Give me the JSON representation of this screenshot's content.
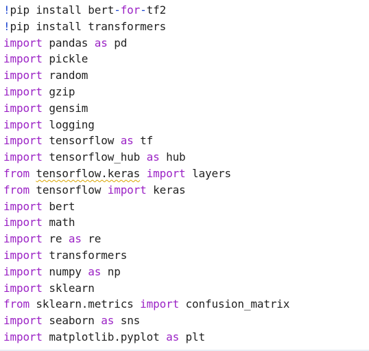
{
  "colors": {
    "keyword": "#9b22c5",
    "operator": "#1a44d0",
    "text": "#1f1f1f",
    "squiggle": "#d9a400",
    "background": "#ffffff"
  },
  "code_lines": [
    [
      {
        "t": "op",
        "v": "!"
      },
      {
        "t": "plain",
        "v": "pip install bert"
      },
      {
        "t": "op",
        "v": "-"
      },
      {
        "t": "kw",
        "v": "for"
      },
      {
        "t": "op",
        "v": "-"
      },
      {
        "t": "plain",
        "v": "tf2"
      }
    ],
    [
      {
        "t": "op",
        "v": "!"
      },
      {
        "t": "plain",
        "v": "pip install transformers"
      }
    ],
    [
      {
        "t": "kw",
        "v": "import"
      },
      {
        "t": "plain",
        "v": " pandas "
      },
      {
        "t": "kw",
        "v": "as"
      },
      {
        "t": "plain",
        "v": " pd"
      }
    ],
    [
      {
        "t": "kw",
        "v": "import"
      },
      {
        "t": "plain",
        "v": " pickle"
      }
    ],
    [
      {
        "t": "kw",
        "v": "import"
      },
      {
        "t": "plain",
        "v": " random"
      }
    ],
    [
      {
        "t": "kw",
        "v": "import"
      },
      {
        "t": "plain",
        "v": " gzip"
      }
    ],
    [
      {
        "t": "kw",
        "v": "import"
      },
      {
        "t": "plain",
        "v": " gensim"
      }
    ],
    [
      {
        "t": "kw",
        "v": "import"
      },
      {
        "t": "plain",
        "v": " logging"
      }
    ],
    [
      {
        "t": "kw",
        "v": "import"
      },
      {
        "t": "plain",
        "v": " tensorflow "
      },
      {
        "t": "kw",
        "v": "as"
      },
      {
        "t": "plain",
        "v": " tf"
      }
    ],
    [
      {
        "t": "kw",
        "v": "import"
      },
      {
        "t": "plain",
        "v": " tensorflow_hub "
      },
      {
        "t": "kw",
        "v": "as"
      },
      {
        "t": "plain",
        "v": " hub"
      }
    ],
    [
      {
        "t": "kw",
        "v": "from"
      },
      {
        "t": "plain",
        "v": " "
      },
      {
        "t": "squiggle",
        "v": "tensorflow.keras"
      },
      {
        "t": "plain",
        "v": " "
      },
      {
        "t": "kw",
        "v": "import"
      },
      {
        "t": "plain",
        "v": " layers"
      }
    ],
    [
      {
        "t": "kw",
        "v": "from"
      },
      {
        "t": "plain",
        "v": " tensorflow "
      },
      {
        "t": "kw",
        "v": "import"
      },
      {
        "t": "plain",
        "v": " keras"
      }
    ],
    [
      {
        "t": "kw",
        "v": "import"
      },
      {
        "t": "plain",
        "v": " bert"
      }
    ],
    [
      {
        "t": "kw",
        "v": "import"
      },
      {
        "t": "plain",
        "v": " math"
      }
    ],
    [
      {
        "t": "kw",
        "v": "import"
      },
      {
        "t": "plain",
        "v": " re "
      },
      {
        "t": "kw",
        "v": "as"
      },
      {
        "t": "plain",
        "v": " re"
      }
    ],
    [
      {
        "t": "kw",
        "v": "import"
      },
      {
        "t": "plain",
        "v": " transformers"
      }
    ],
    [
      {
        "t": "kw",
        "v": "import"
      },
      {
        "t": "plain",
        "v": " numpy "
      },
      {
        "t": "kw",
        "v": "as"
      },
      {
        "t": "plain",
        "v": " np"
      }
    ],
    [
      {
        "t": "kw",
        "v": "import"
      },
      {
        "t": "plain",
        "v": " sklearn"
      }
    ],
    [
      {
        "t": "kw",
        "v": "from"
      },
      {
        "t": "plain",
        "v": " sklearn.metrics "
      },
      {
        "t": "kw",
        "v": "import"
      },
      {
        "t": "plain",
        "v": " confusion_matrix"
      }
    ],
    [
      {
        "t": "kw",
        "v": "import"
      },
      {
        "t": "plain",
        "v": " seaborn "
      },
      {
        "t": "kw",
        "v": "as"
      },
      {
        "t": "plain",
        "v": " sns"
      }
    ],
    [
      {
        "t": "kw",
        "v": "import"
      },
      {
        "t": "plain",
        "v": " matplotlib.pyplot "
      },
      {
        "t": "kw",
        "v": "as"
      },
      {
        "t": "plain",
        "v": " plt"
      }
    ]
  ]
}
